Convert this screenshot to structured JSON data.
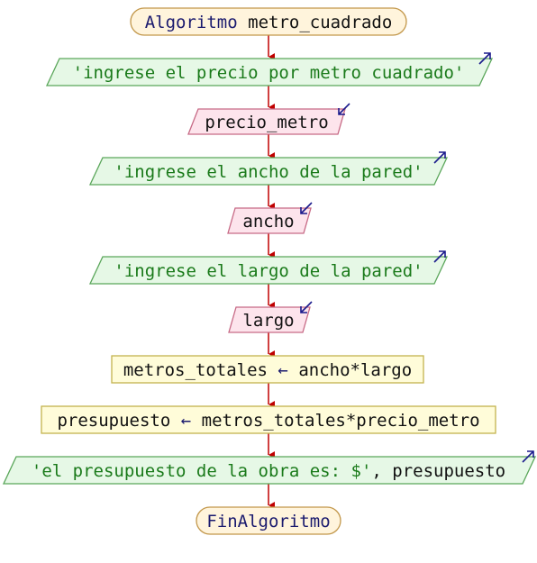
{
  "start": {
    "keyword": "Algoritmo",
    "name": "metro_cuadrado"
  },
  "steps": [
    {
      "kind": "output",
      "text": "'ingrese el precio por metro cuadrado'"
    },
    {
      "kind": "input",
      "text": "precio_metro"
    },
    {
      "kind": "output",
      "text": "'ingrese el ancho de la pared'"
    },
    {
      "kind": "input",
      "text": "ancho"
    },
    {
      "kind": "output",
      "text": "'ingrese el largo de la pared'"
    },
    {
      "kind": "input",
      "text": "largo"
    },
    {
      "kind": "assign",
      "target": "metros_totales",
      "arrow": "←",
      "expr": "ancho*largo"
    },
    {
      "kind": "assign",
      "target": "presupuesto",
      "arrow": "←",
      "expr": "metros_totales*precio_metro"
    },
    {
      "kind": "output",
      "text": "'el presupuesto de la obra es: $'",
      "extra": ", presupuesto"
    }
  ],
  "end": {
    "keyword": "FinAlgoritmo"
  },
  "colors": {
    "terminal_fill": "#fff4dc",
    "terminal_stroke": "#c2974a",
    "output_fill": "#e6f8e6",
    "output_stroke": "#5aa65a",
    "input_fill": "#fde4ec",
    "input_stroke": "#c76a86",
    "process_fill": "#fffcd9",
    "process_stroke": "#c4b34e",
    "connector": "#c00000",
    "io_arrow": "#1a1a8c"
  }
}
